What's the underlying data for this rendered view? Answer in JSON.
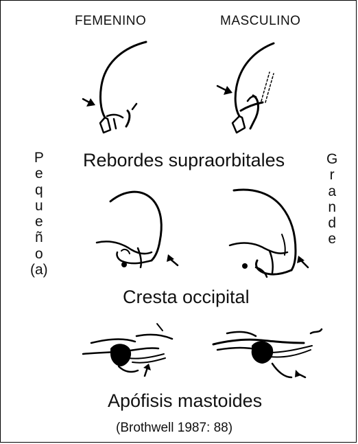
{
  "headers": {
    "female": "FEMENINO",
    "male": "MASCULINO"
  },
  "captions": {
    "supraorbital": "Rebordes supraorbitales",
    "occipital": "Cresta occipital",
    "mastoid": "Apófisis mastoides"
  },
  "scale": {
    "small": [
      "P",
      "e",
      "q",
      "u",
      "e",
      "ñ",
      "o",
      "(a)"
    ],
    "large": [
      "G",
      "r",
      "a",
      "n",
      "d",
      "e"
    ]
  },
  "citation": "(Brothwell 1987: 88)",
  "colors": {
    "ink": "#111111",
    "background": "#ffffff"
  }
}
